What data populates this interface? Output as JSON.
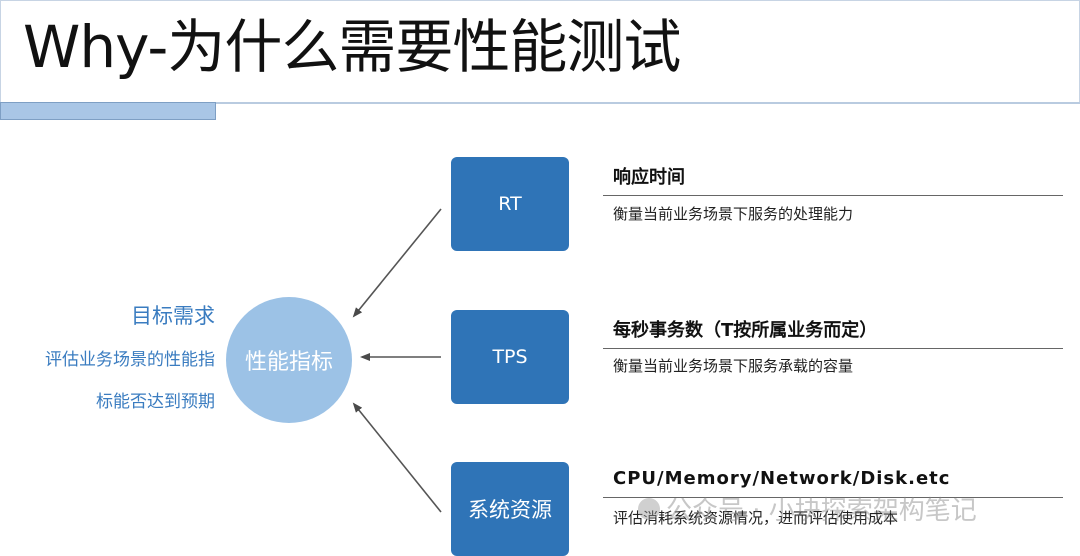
{
  "title": "Why-为什么需要性能测试",
  "goal": {
    "heading": "目标需求",
    "line1": "评估业务场景的性能指",
    "line2": "标能否达到预期"
  },
  "center": {
    "label": "性能指标"
  },
  "metrics": [
    {
      "box": "RT",
      "title": "响应时间",
      "desc": "衡量当前业务场景下服务的处理能力"
    },
    {
      "box": "TPS",
      "title": "每秒事务数（T按所属业务而定）",
      "desc": "衡量当前业务场景下服务承载的容量"
    },
    {
      "box": "系统资源",
      "title": "CPU/Memory/Network/Disk.etc",
      "desc": "评估消耗系统资源情况，进而评估使用成本"
    }
  ],
  "watermark": "公众号 · 小块探索架构笔记",
  "colors": {
    "box_blue": "#2f74b7",
    "circle_blue": "#9cc2e6",
    "goal_text": "#3a7cc0",
    "accent_bar": "#a9c6e6"
  }
}
